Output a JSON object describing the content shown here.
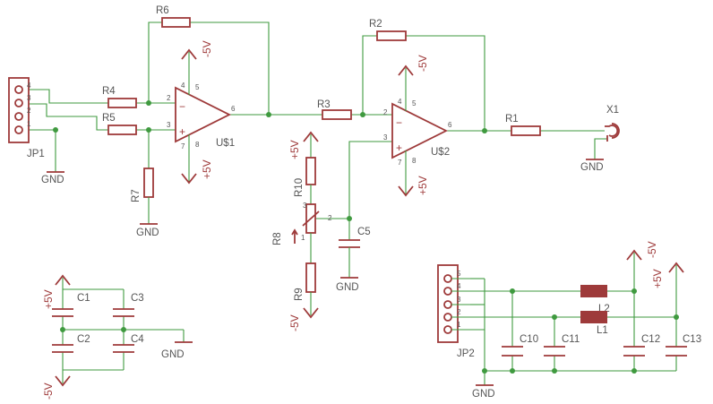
{
  "components": {
    "R1": "R1",
    "R2": "R2",
    "R3": "R3",
    "R4": "R4",
    "R5": "R5",
    "R6": "R6",
    "R7": "R7",
    "R8": "R8",
    "R9": "R9",
    "R10": "R10",
    "C1": "C1",
    "C2": "C2",
    "C3": "C3",
    "C4": "C4",
    "C5": "C5",
    "C10": "C10",
    "C11": "C11",
    "C12": "C12",
    "C13": "C13",
    "L1": "L1",
    "L2": "L2",
    "U1": "U$1",
    "U2": "U$2",
    "JP1": "JP1",
    "JP2": "JP2",
    "X1": "X1"
  },
  "nets": {
    "gnd": "GND",
    "pos5": "+5V",
    "neg5": "-5V"
  },
  "pins": {
    "n1": "1",
    "n2": "2",
    "n3": "3",
    "n4": "4",
    "n5": "5",
    "n6": "6",
    "n7": "7",
    "n8": "8"
  },
  "signs": {
    "minus": "−",
    "plus": "+"
  }
}
